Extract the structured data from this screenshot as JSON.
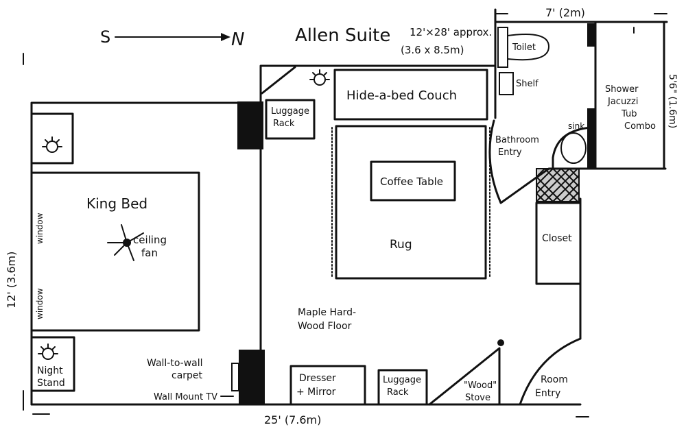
{
  "title": "Allen Suite",
  "size_note_line1": "12'×28' approx.",
  "size_note_line2": "(3.6 x 8.5m)",
  "compass": {
    "south": "S",
    "north": "N"
  },
  "dimensions": {
    "bottom": "25'  (7.6m)",
    "left": "12'  (3.6m)",
    "top_right": "7'  (2m)",
    "right": "5'6\" (1.6m)"
  },
  "rooms": {
    "king_bed": "King Bed",
    "ceiling_fan_line1": "ceiling",
    "ceiling_fan_line2": "fan",
    "window": "window",
    "night_stand_line1": "Night",
    "night_stand_line2": "Stand",
    "carpet_line1": "Wall-to-wall",
    "carpet_line2": "carpet",
    "wall_mount_tv": "Wall Mount TV",
    "luggage_rack_line1": "Luggage",
    "luggage_rack_line2": "Rack",
    "couch": "Hide-a-bed Couch",
    "coffee_table": "Coffee Table",
    "rug": "Rug",
    "floor_line1": "Maple Hard-",
    "floor_line2": "Wood Floor",
    "dresser_line1": "Dresser",
    "dresser_line2": "+ Mirror",
    "luggage_rack2_line1": "Luggage",
    "luggage_rack2_line2": "Rack",
    "stove_line1": "\"Wood\"",
    "stove_line2": "Stove",
    "room_entry_line1": "Room",
    "room_entry_line2": "Entry",
    "closet": "Closet",
    "bathroom_entry_line1": "Bathroom",
    "bathroom_entry_line2": "Entry",
    "sink": "sink",
    "toilet": "Toilet",
    "shelf": "Shelf",
    "shower_line1": "Shower",
    "shower_line2": "Jacuzzi",
    "shower_line3": "Tub",
    "shower_line4": "Combo"
  }
}
